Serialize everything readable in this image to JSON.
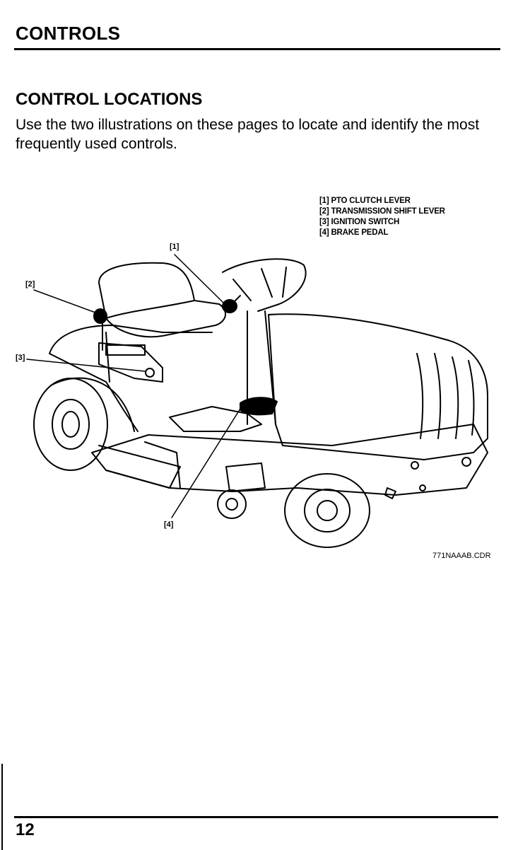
{
  "header": {
    "title": "CONTROLS"
  },
  "section": {
    "title": "CONTROL LOCATIONS",
    "intro": "Use the two illustrations on these pages to locate and identify the most frequently used controls."
  },
  "figure": {
    "legend": [
      {
        "label": "[1] PTO CLUTCH LEVER"
      },
      {
        "label": "[2] TRANSMISSION SHIFT LEVER"
      },
      {
        "label": "[3] IGNITION SWITCH"
      },
      {
        "label": "[4] BRAKE PEDAL"
      }
    ],
    "callouts": {
      "c1": "[1]",
      "c2": "[2]",
      "c3": "[3]",
      "c4": "[4]"
    },
    "code": "771NAAAB.CDR",
    "icon": "riding-lawn-mower-illustration"
  },
  "footer": {
    "page_number": "12"
  }
}
